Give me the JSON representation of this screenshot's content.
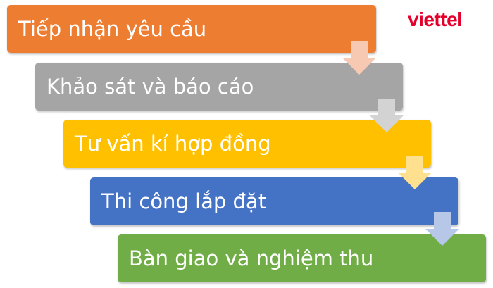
{
  "logo": {
    "text": "viettel",
    "color": "#e4002b"
  },
  "steps": [
    {
      "label": "Tiếp nhận yêu cầu",
      "color": "#ed7d31",
      "arrow_color": "#f7c9b3"
    },
    {
      "label": "Khảo sát và báo cáo",
      "color": "#a5a5a5",
      "arrow_color": "#d3d3d3"
    },
    {
      "label": "Tư vấn kí hợp đồng",
      "color": "#ffc000",
      "arrow_color": "#ffe08f"
    },
    {
      "label": "Thi công lắp đặt",
      "color": "#4472c4",
      "arrow_color": "#b6c7e8"
    },
    {
      "label": "Bàn giao và nghiệm thu",
      "color": "#70ad47"
    }
  ]
}
